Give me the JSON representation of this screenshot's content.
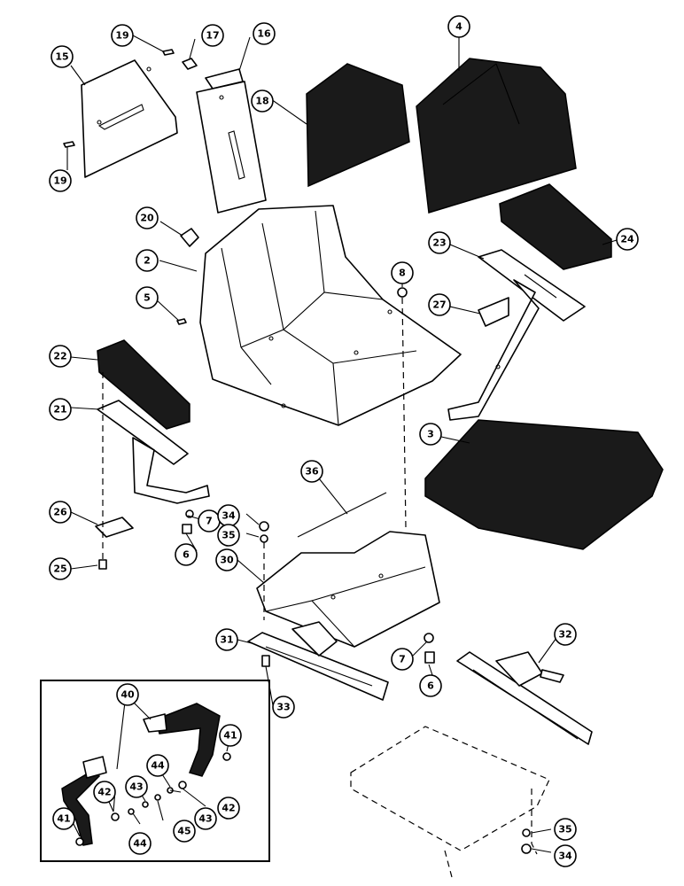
{
  "callouts": {
    "c15": "15",
    "c19a": "19",
    "c17": "17",
    "c16": "16",
    "c19b": "19",
    "c18": "18",
    "c4": "4",
    "c20": "20",
    "c2": "2",
    "c5": "5",
    "c8": "8",
    "c23": "23",
    "c24": "24",
    "c27": "27",
    "c22": "22",
    "c21": "21",
    "c3": "3",
    "c36": "36",
    "c26": "26",
    "c7a": "7",
    "c34a": "34",
    "c35a": "35",
    "c6a": "6",
    "c25": "25",
    "c30": "30",
    "c31": "31",
    "c32": "32",
    "c7b": "7",
    "c6b": "6",
    "c33": "33",
    "c40": "40",
    "c41a": "41",
    "c44a": "44",
    "c43a": "43",
    "c42a": "42",
    "c41b": "41",
    "c42b": "42",
    "c43b": "43",
    "c44b": "44",
    "c45": "45",
    "c35b": "35",
    "c34b": "34"
  },
  "colors": {
    "ink": "#000000",
    "foam": "#1a1a1a",
    "paper": "#ffffff"
  }
}
